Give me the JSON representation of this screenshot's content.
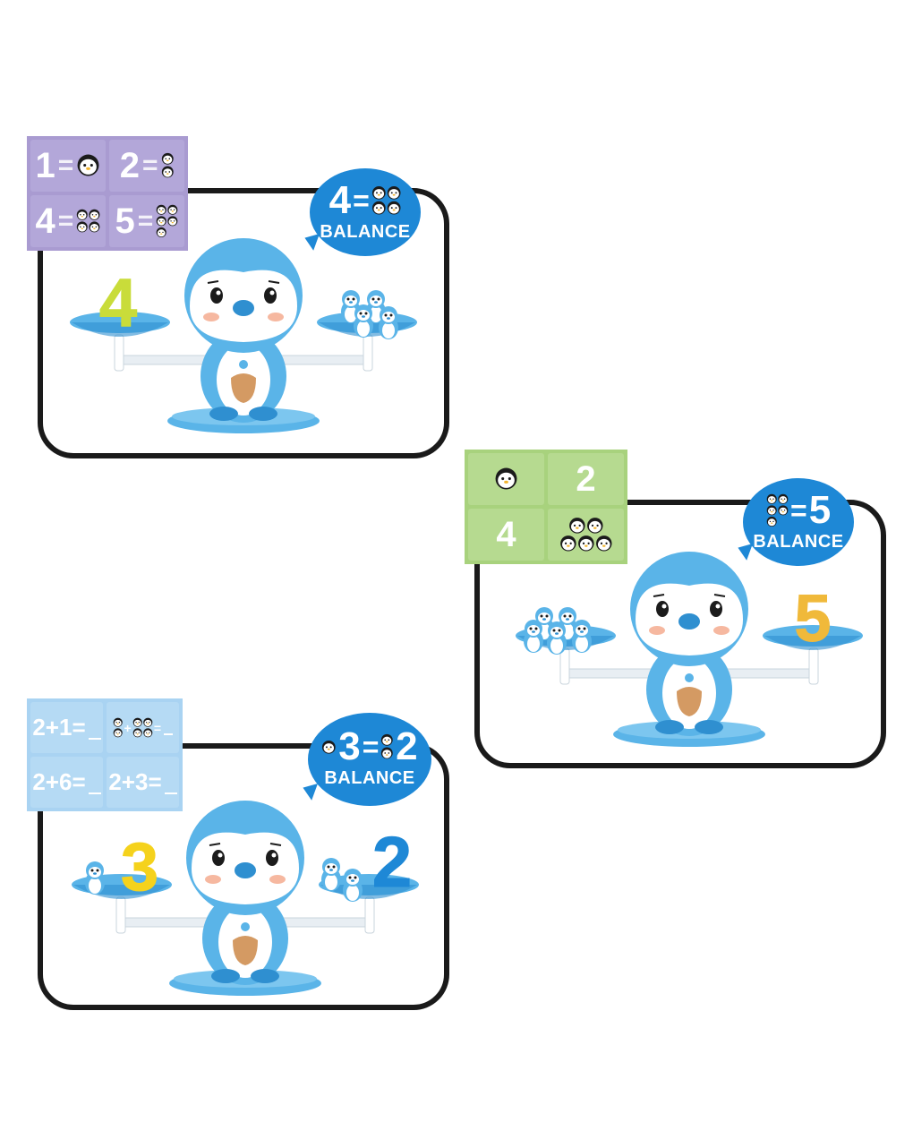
{
  "panels": [
    {
      "id": "panel-1",
      "card_color": "#a99bd1",
      "cards": [
        {
          "number": "1",
          "op": "=",
          "penguins": 1
        },
        {
          "number": "2",
          "op": "=",
          "penguins": 2
        },
        {
          "number": "4",
          "op": "=",
          "penguins": 4
        },
        {
          "number": "5",
          "op": "=",
          "penguins": 5
        }
      ],
      "bubble": {
        "left": "4",
        "op": "=",
        "right_penguins": 4,
        "label": "BALANCE"
      },
      "left_pan": {
        "number": "4",
        "number_color": "#c9dc3a"
      },
      "right_pan": {
        "penguins": 4
      }
    },
    {
      "id": "panel-2",
      "card_color": "#a8d27d",
      "cards": [
        {
          "penguins": 1
        },
        {
          "number": "2"
        },
        {
          "number": "4"
        },
        {
          "penguins": 5
        }
      ],
      "bubble": {
        "left_penguins": 5,
        "op": "=",
        "right": "5",
        "label": "BALANCE"
      },
      "left_pan": {
        "penguins": 5
      },
      "right_pan": {
        "number": "5",
        "number_color": "#f0b93a"
      }
    },
    {
      "id": "panel-3",
      "card_color": "#a9d3f2",
      "cards": [
        {
          "expr": "2+1="
        },
        {
          "expr": "2+4="
        },
        {
          "expr": "2+6="
        },
        {
          "expr": "2+3="
        }
      ],
      "bubble": {
        "left": "3",
        "op": "=",
        "right": "2",
        "label": "BALANCE"
      },
      "left_pan": {
        "penguins": 1,
        "number": "3",
        "number_color": "#f5d21c"
      },
      "right_pan": {
        "penguins": 2,
        "number": "2",
        "number_color": "#1e88d6"
      }
    }
  ],
  "colors": {
    "toy_blue": "#5ab4e8",
    "toy_blue_dark": "#2f8fd0",
    "bubble_blue": "#1e88d6",
    "frame": "#1a1a1a"
  }
}
